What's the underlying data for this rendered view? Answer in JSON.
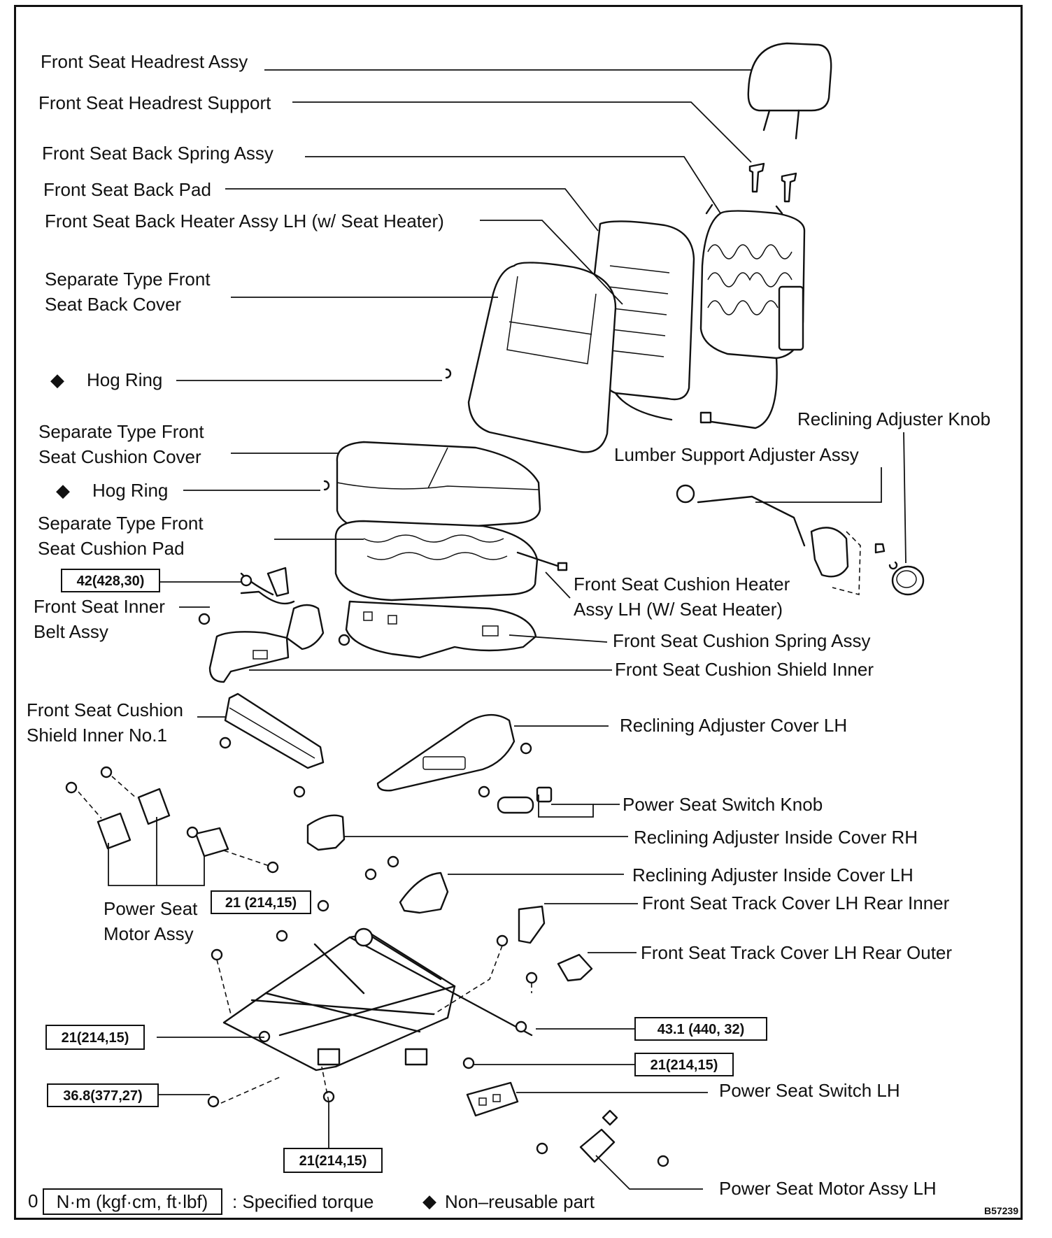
{
  "labels": {
    "headrest": "Front Seat Headrest Assy",
    "headrest_support": "Front Seat Headrest Support",
    "back_spring": "Front Seat Back Spring Assy",
    "back_pad": "Front Seat Back Pad",
    "back_heater": "Front Seat Back Heater Assy LH (w/ Seat Heater)",
    "back_cover_1": "Separate Type Front",
    "back_cover_2": "Seat Back Cover",
    "hog_ring_1": "Hog Ring",
    "recl_knob": "Reclining Adjuster Knob",
    "cushion_cover_1": "Separate Type Front",
    "cushion_cover_2": "Seat Cushion Cover",
    "lumber": "Lumber Support Adjuster Assy",
    "hog_ring_2": "Hog Ring",
    "cushion_pad_1": "Separate Type Front",
    "cushion_pad_2": "Seat Cushion Pad",
    "inner_belt_1": "Front Seat Inner",
    "inner_belt_2": "Belt Assy",
    "cush_heater_1": "Front Seat Cushion Heater",
    "cush_heater_2": "Assy LH (W/ Seat Heater)",
    "cush_spring": "Front Seat Cushion Spring Assy",
    "shield_inner": "Front Seat Cushion Shield Inner",
    "shield_no1_1": "Front Seat Cushion",
    "shield_no1_2": "Shield Inner No.1",
    "recl_cover": "Reclining Adjuster Cover LH",
    "switch_knob": "Power Seat Switch Knob",
    "inside_rh": "Reclining Adjuster Inside Cover RH",
    "inside_lh": "Reclining Adjuster Inside Cover LH",
    "motor_1": "Power Seat",
    "motor_2": "Motor Assy",
    "track_inner": "Front Seat Track Cover LH Rear Inner",
    "track_outer": "Front Seat Track Cover LH Rear Outer",
    "switch_lh": "Power Seat Switch LH",
    "motor_lh": "Power Seat Motor Assy LH"
  },
  "torques": {
    "belt": "42(428,30)",
    "motor_bolt": "21 (214,15)",
    "left_1": "21(214,15)",
    "left_2": "36.8(377,27)",
    "bottom": "21(214,15)",
    "right_1": "43.1 (440, 32)",
    "right_2": "21(214,15)"
  },
  "legend": {
    "zero": "0",
    "unit": "N·m (kgf·cm, ft·lbf)",
    "spec": ": Specified torque",
    "diamond": "◆",
    "nonreusable": "Non–reusable part"
  },
  "code": "B57239"
}
